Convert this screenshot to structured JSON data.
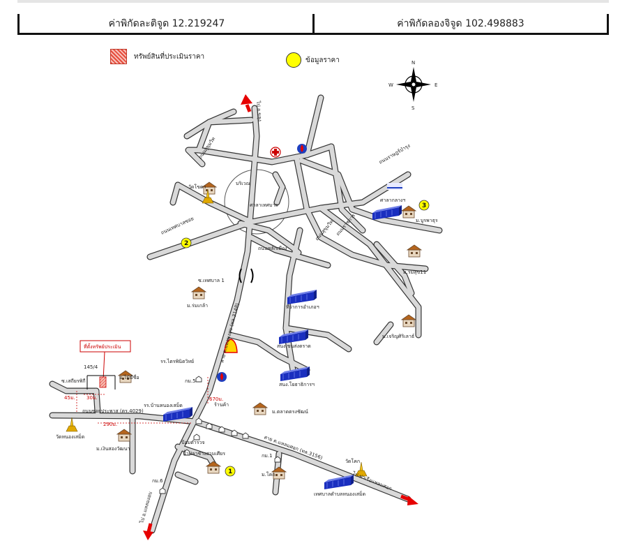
{
  "header": {
    "latitude": "ค่าพิกัดละติจูด 12.219247",
    "longitude": "ค่าพิกัดลองจิจูด 102.498883"
  },
  "legend": {
    "property": "ทรัพย์สินที่ประเมินราคา",
    "price_data": "ข้อมูลราคา"
  },
  "compass": {
    "n": "N",
    "s": "S",
    "e": "E",
    "w": "W"
  },
  "markers": {
    "m1": "1",
    "m2": "2",
    "m3": "3"
  },
  "subject": {
    "label": "ที่ตั้งทรัพย์ประเมิน"
  },
  "labels": {
    "to_north": "ไป อ.ขลุง",
    "to_south": "ไป อ.แหลมงอบ",
    "to_east": "ไป ท่าเรือแหลมศอก",
    "road_3148": "สาย ต.แหลมงอบ (ทล.3148)",
    "road_3156": "สาย ต.แหลมศอก (ทล.3156)",
    "road_4029": "ถนนซอยประพาส (ตร.4029)",
    "road_nw": "ถนนสุขุมวิท",
    "road_ne": "ถนนราษฎร์บำรุง",
    "road_w2": "ถนนเทศบาลซอย",
    "road_c1": "ถนนหลักเมือง",
    "road_c2": "ถนนสุขุมวิท",
    "road_c3": "ถนนราชการ",
    "soi_tha": "ซ.เทศบาล 1",
    "soi_w": "ซ.เสถียรพิกี",
    "wat_khoeba": "วัดโขดา",
    "wat_nonglamit": "วัดหนองเสม็ด",
    "wat_east": "วัดโคก",
    "hospital_area": "บริเวณ",
    "municipality": "ศาลาเทศบาล",
    "sala": "ศาลากลางฯ",
    "mb_bupha": "ม.บูรพาธุร",
    "mb_romsuk": "ม.ร่มสุข11",
    "mb_charoen": "ม.เจริญศิริเลาธ์",
    "mb_romluang": "ม.ร่มเกล้า",
    "warehouse1": "ที่ว่าการอำเภอฯ",
    "warehouse2": "สนง.ขนส่งตราด",
    "warehouse3": "สนง.โยธาธิการฯ",
    "school1": "รร.ไตรพินิตวิทย์",
    "mb5": "กม.5",
    "mb_raimaisue": "ม.ไม้มีชื่อ",
    "school2": "รร.บ้านหนองเสม็ด",
    "shops": "ร้านค้า",
    "mb_talad": "ม.ตลาดตรงชัฒน์",
    "mb_ngoen": "ม.เงินสองวัฒนา",
    "police": "ป้อมตำรวจ",
    "water": "น้ำปลาช้างสามเศียร",
    "km1": "กม.1",
    "mb_khok": "ม.โคก",
    "km6": "กม.6",
    "municipality2": "เทศบาลตำบลหนองเสม็ด",
    "lot_no": "145/4",
    "dist_30": "30ม.",
    "dist_45": "45ม.",
    "dist_290": "290ม.",
    "dist_670": "670ม."
  }
}
